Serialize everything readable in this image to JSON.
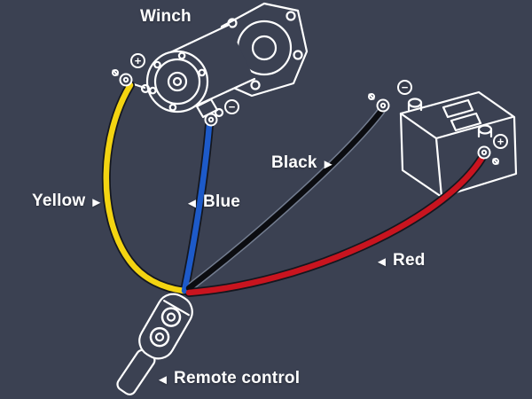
{
  "labels": {
    "winch": "Winch",
    "yellow": "Yellow",
    "blue": "Blue",
    "black": "Black",
    "red": "Red",
    "remote_control": "Remote control"
  },
  "arrows": {
    "left": "◄",
    "right": "►"
  },
  "wire_colors": {
    "yellow": "#f3d411",
    "blue": "#1d5ac9",
    "black": "#0b0c10",
    "red": "#c9141f"
  },
  "terminal_symbols": {
    "plus": "+",
    "minus": "−"
  }
}
